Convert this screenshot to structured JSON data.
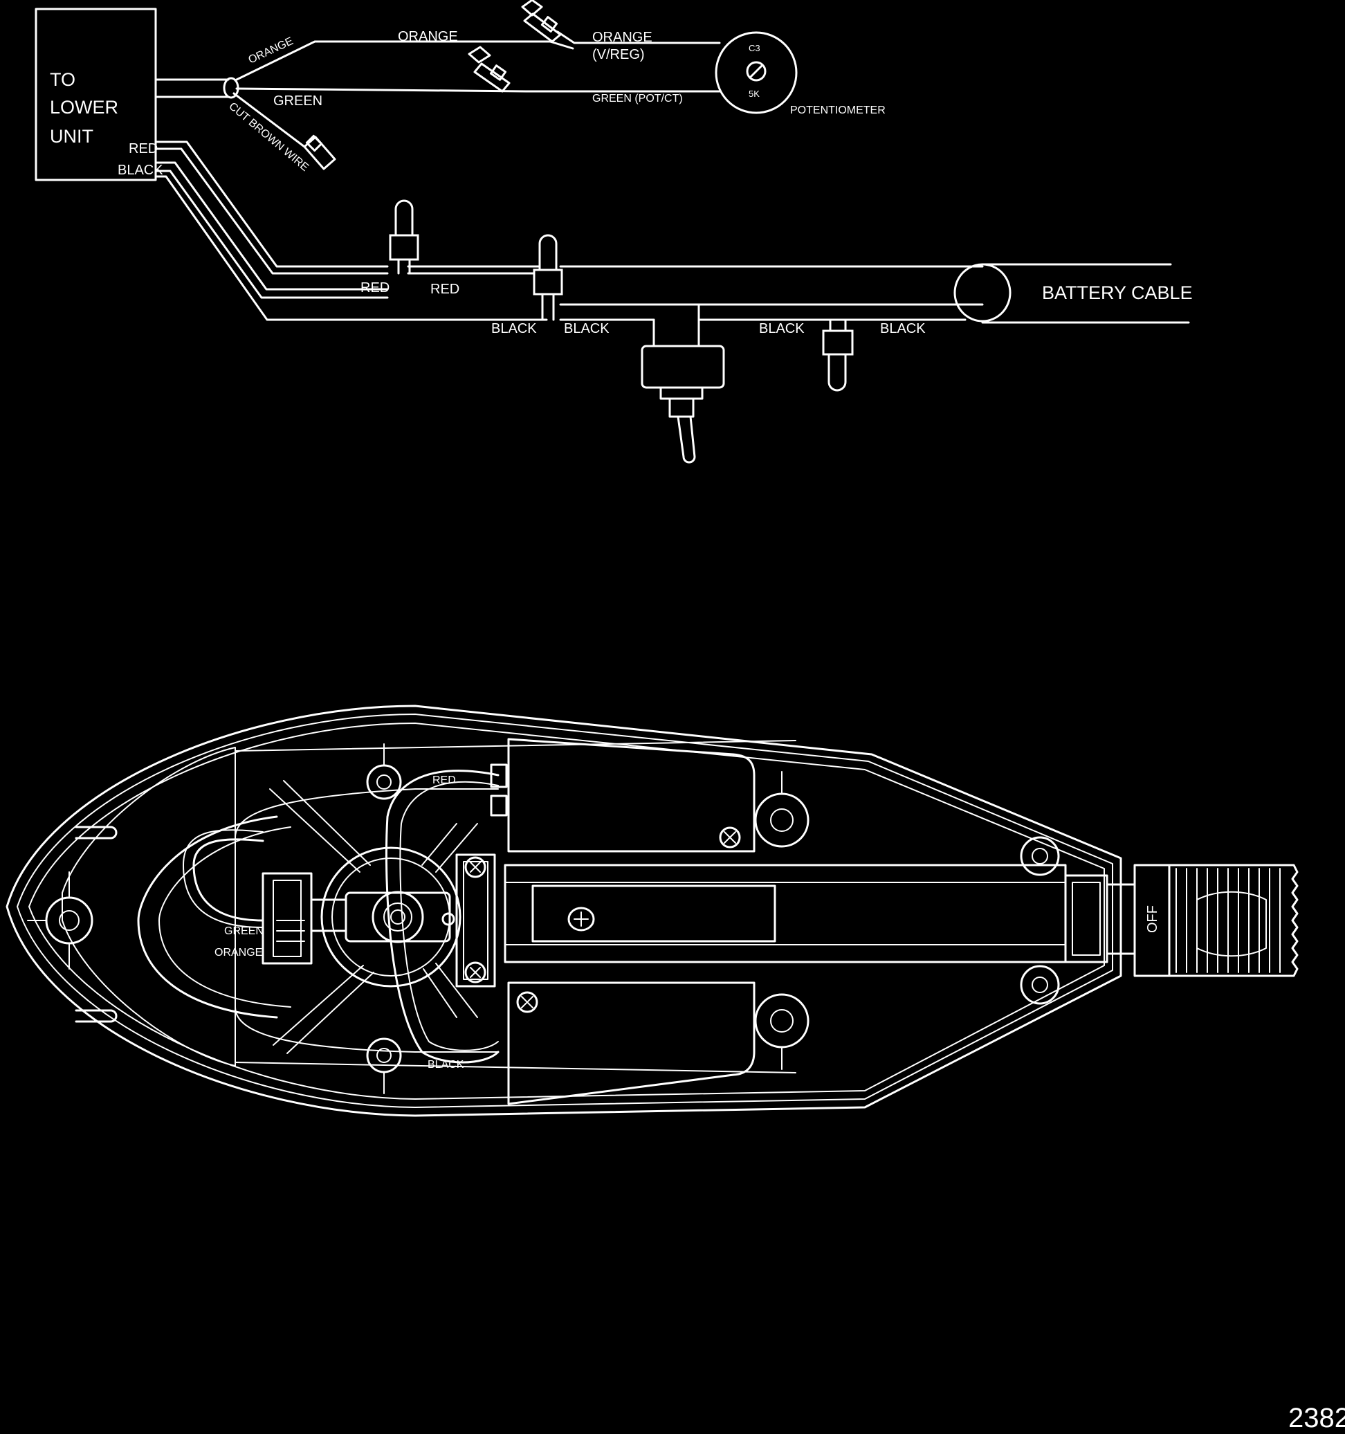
{
  "wiring": {
    "to_lower_unit_line1": "TO",
    "to_lower_unit_line2": "LOWER",
    "to_lower_unit_line3": "UNIT",
    "red_out": "RED",
    "black_out": "BLACK",
    "orange_short": "ORANGE",
    "orange_long": "ORANGE",
    "orange_vreg_line1": "ORANGE",
    "orange_vreg_line2": "(V/REG)",
    "green": "GREEN",
    "green_potct": "GREEN (POT/CT)",
    "cut_brown_wire": "CUT BROWN WIRE",
    "pot_c3": "C3",
    "pot_5k": "5K",
    "potentiometer": "POTENTIOMETER",
    "red_left": "RED",
    "red_right": "RED",
    "black_1": "BLACK",
    "black_2": "BLACK",
    "black_3": "BLACK",
    "black_4": "BLACK",
    "battery_cable": "BATTERY CABLE"
  },
  "head": {
    "red": "RED",
    "black": "BLACK",
    "green": "GREEN",
    "orange": "ORANGE",
    "off": "OFF"
  },
  "figure_number": "2382",
  "colors": {
    "background": "#000000",
    "line": "#ffffff"
  }
}
